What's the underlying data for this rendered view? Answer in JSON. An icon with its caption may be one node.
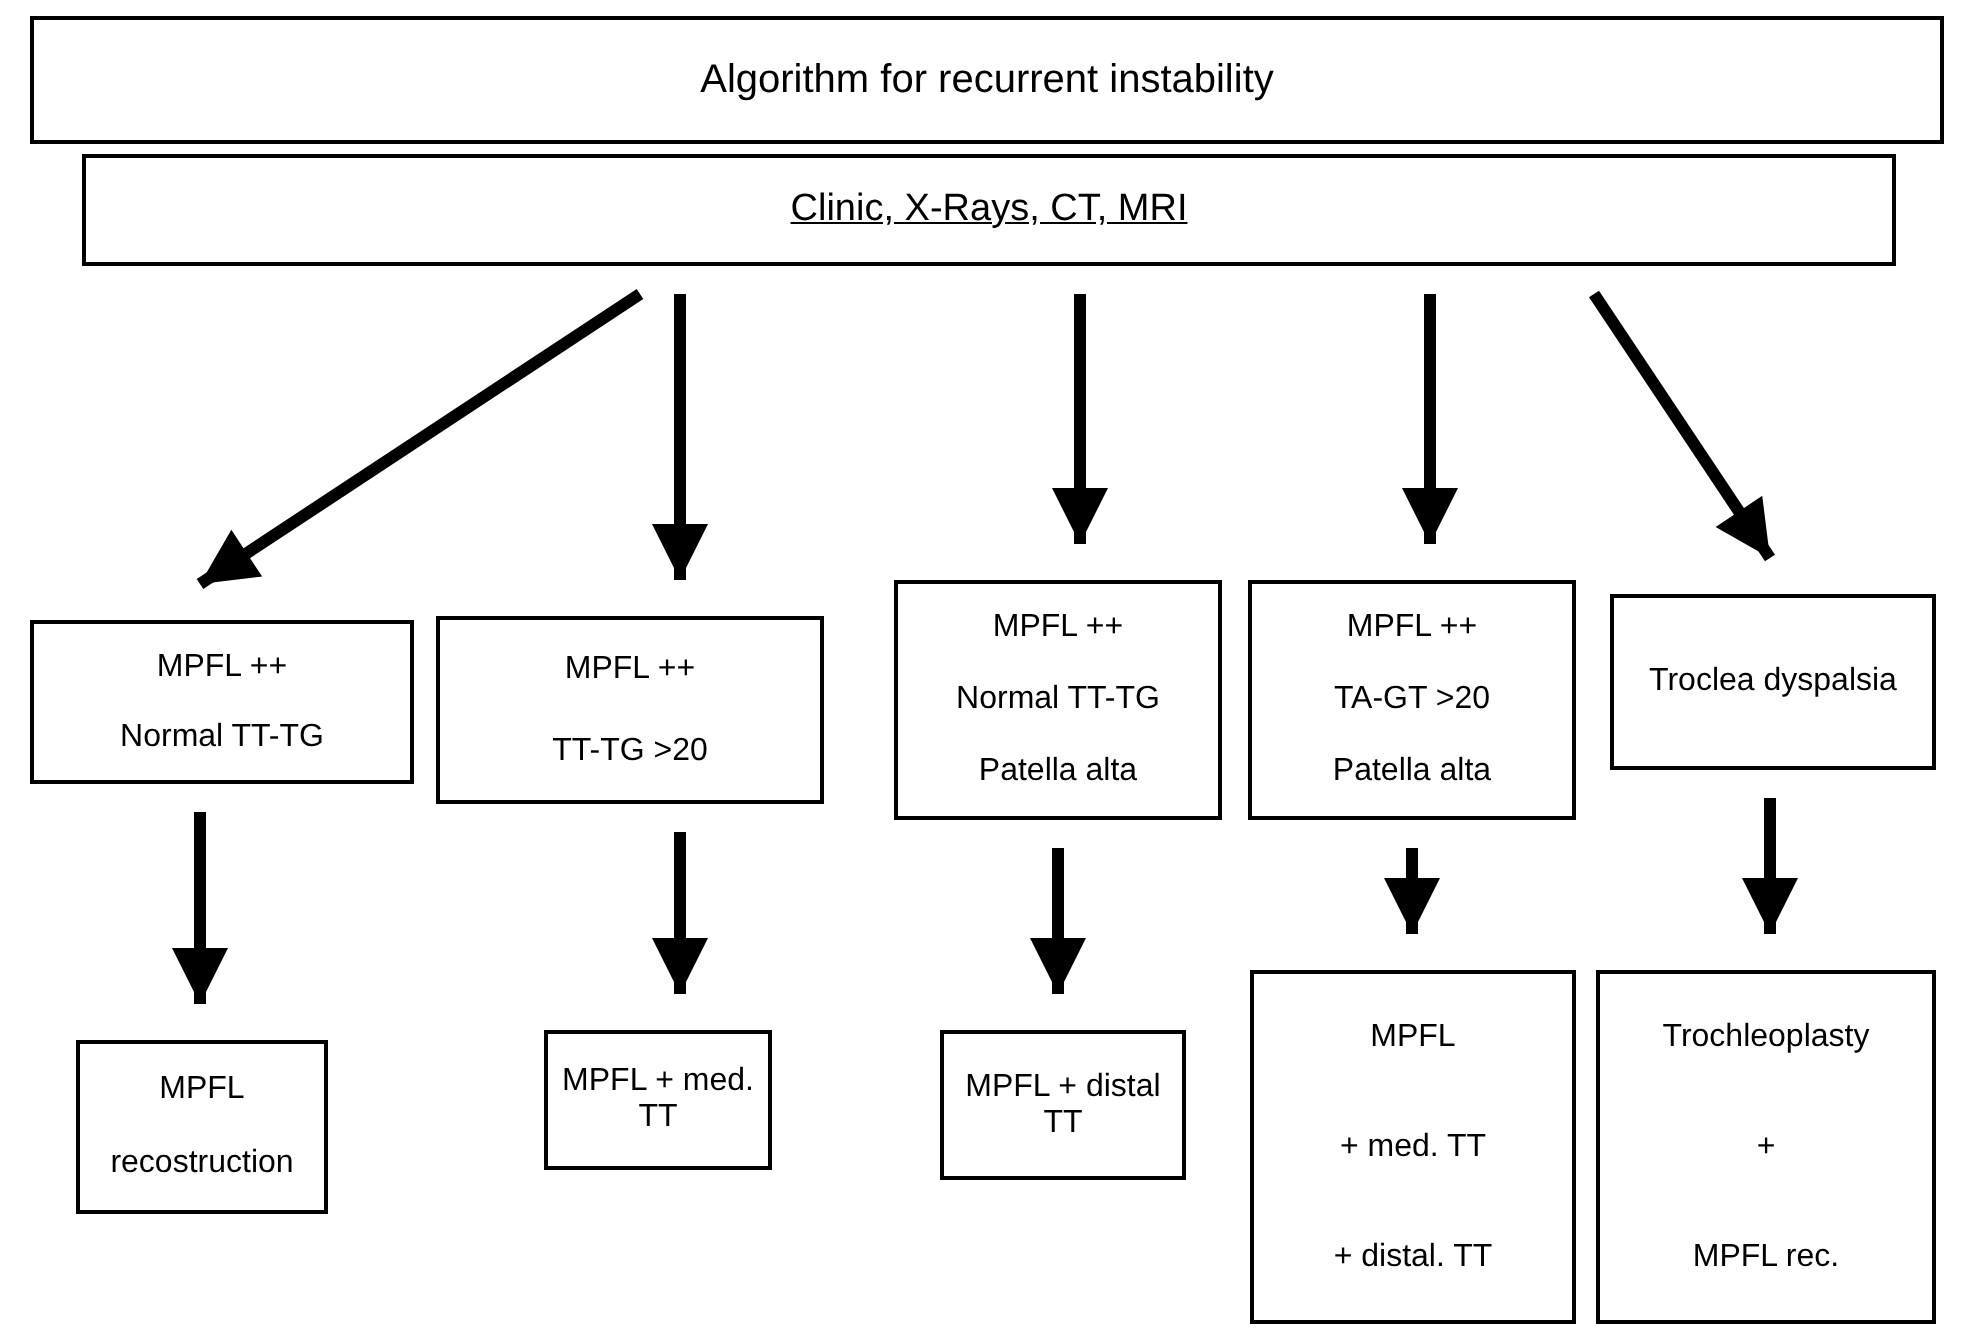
{
  "diagram": {
    "nodes": [
      {
        "text": [
          "Algorithm for recurrent instability"
        ]
      },
      {
        "text": [
          "Clinic, X-Rays, CT, MRI"
        ]
      },
      {
        "text": [
          "MPFL ++",
          "Normal TT-TG"
        ]
      },
      {
        "text": [
          "MPFL ++",
          "TT-TG >20"
        ]
      },
      {
        "text": [
          "MPFL ++",
          "Normal TT-TG",
          "Patella alta"
        ]
      },
      {
        "text": [
          "MPFL ++",
          "TA-GT >20",
          "Patella alta"
        ]
      },
      {
        "text": [
          "Troclea dyspalsia"
        ]
      },
      {
        "text": [
          "MPFL",
          "recostruction"
        ]
      },
      {
        "text": [
          "MPFL + med. TT"
        ]
      },
      {
        "text": [
          "MPFL + distal TT"
        ]
      },
      {
        "text": [
          "MPFL",
          "+ med. TT",
          "+ distal. TT"
        ]
      },
      {
        "text": [
          "Trochleoplasty",
          "+",
          "MPFL rec."
        ]
      }
    ],
    "edges": [
      {
        "from": 1,
        "to": 2,
        "arrow": "to"
      },
      {
        "from": 1,
        "to": 3,
        "arrow": "to"
      },
      {
        "from": 1,
        "to": 4,
        "arrow": "to"
      },
      {
        "from": 1,
        "to": 5,
        "arrow": "to"
      },
      {
        "from": 1,
        "to": 6,
        "arrow": "to"
      },
      {
        "from": 2,
        "to": 7,
        "arrow": "to"
      },
      {
        "from": 3,
        "to": 8,
        "arrow": "to"
      },
      {
        "from": 4,
        "to": 9,
        "arrow": "to"
      },
      {
        "from": 5,
        "to": 10,
        "arrow": "to"
      },
      {
        "from": 6,
        "to": 11,
        "arrow": "to"
      }
    ]
  }
}
